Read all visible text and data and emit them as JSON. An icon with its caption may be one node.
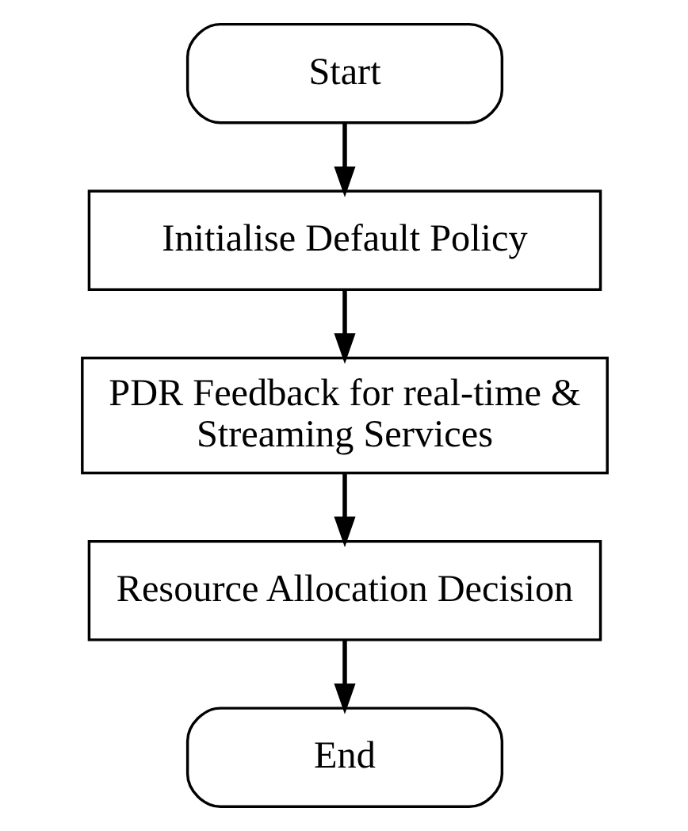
{
  "diagram": {
    "nodes": [
      {
        "text": [
          "Start"
        ]
      },
      {
        "text": [
          "Initialise Default Policy"
        ]
      },
      {
        "text": [
          "PDR Feedback for real-time & Streaming Services"
        ]
      },
      {
        "text": [
          "Resource Allocation Decision"
        ]
      },
      {
        "text": [
          "End"
        ]
      }
    ],
    "edges": [
      {
        "from": 0,
        "to": 1,
        "arrow": "to"
      },
      {
        "from": 1,
        "to": 2,
        "arrow": "to"
      },
      {
        "from": 2,
        "to": 3,
        "arrow": "to"
      },
      {
        "from": 3,
        "to": 4,
        "arrow": "to"
      }
    ]
  }
}
